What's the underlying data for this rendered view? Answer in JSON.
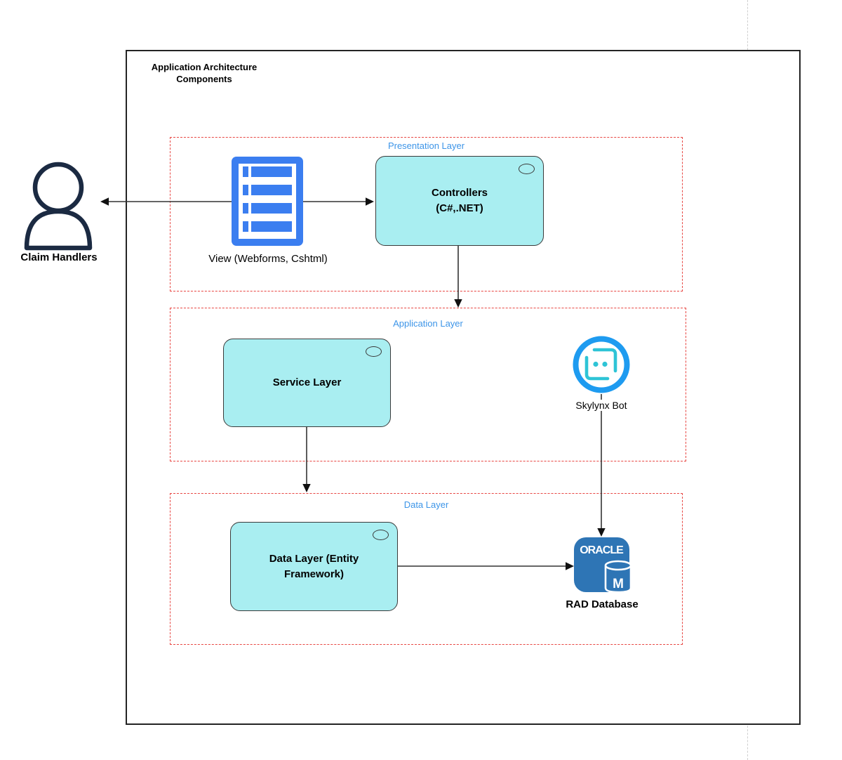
{
  "title": "Application Architecture Components",
  "actor": {
    "label": "Claim Handlers"
  },
  "view": {
    "label": "View (Webforms, Cshtml)"
  },
  "layers": {
    "presentation": {
      "label": "Presentation Layer"
    },
    "application": {
      "label": "Application Layer"
    },
    "data": {
      "label": "Data Layer"
    }
  },
  "nodes": {
    "controllers": {
      "line1": "Controllers",
      "line2": "(C#,.NET)"
    },
    "service": {
      "label": "Service Layer"
    },
    "data_layer": {
      "line1": "Data Layer (Entity",
      "line2": "Framework)"
    }
  },
  "bot": {
    "label": "Skylynx Bot"
  },
  "database": {
    "brand": "ORACLE",
    "letter": "M",
    "label": "RAD Database"
  },
  "colors": {
    "node_fill": "#A9EEF1",
    "node_border": "#3A3A3A",
    "layer_dashed_border": "#E84743",
    "layer_label_blue": "#3D95E8",
    "view_icon_blue": "#3B7EF0",
    "bot_ring_blue": "#1E9BF0",
    "bot_face_teal": "#2EC4D6",
    "oracle_blue": "#2E75B5",
    "actor_navy": "#1B2A42",
    "arrow_stroke": "#333333"
  }
}
